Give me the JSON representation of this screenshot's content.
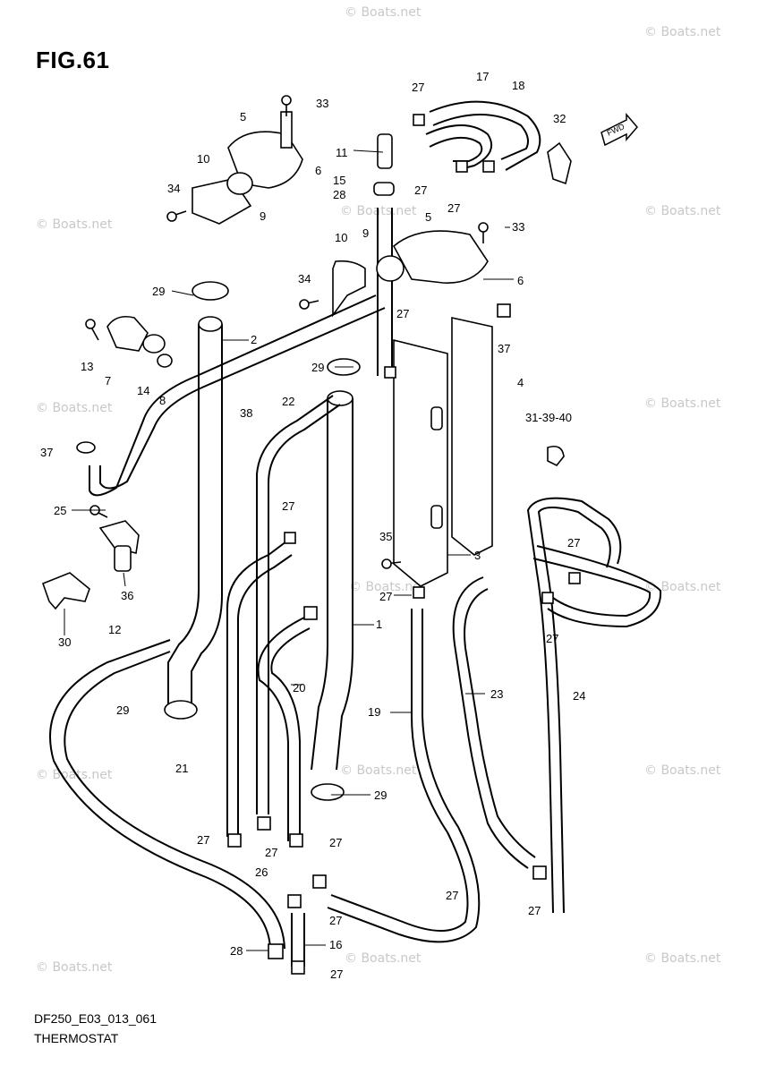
{
  "figure": {
    "title": "FIG.61",
    "code": "DF250_E03_013_061",
    "name": "THERMOSTAT",
    "arrow_label": "FWD"
  },
  "watermark": "© Boats.net",
  "callouts": [
    "33",
    "5",
    "10",
    "6",
    "34",
    "9",
    "27",
    "17",
    "18",
    "32",
    "11",
    "15",
    "28",
    "27",
    "27",
    "5",
    "33",
    "10",
    "9",
    "34",
    "6",
    "29",
    "27",
    "2",
    "37",
    "13",
    "7",
    "14",
    "8",
    "4",
    "29",
    "38",
    "22",
    "31-39-40",
    "37",
    "25",
    "27",
    "35",
    "36",
    "3",
    "27",
    "27",
    "27",
    "30",
    "12",
    "1",
    "20",
    "23",
    "24",
    "29",
    "19",
    "21",
    "29",
    "27",
    "27",
    "27",
    "26",
    "27",
    "27",
    "16",
    "28",
    "27",
    "27"
  ]
}
